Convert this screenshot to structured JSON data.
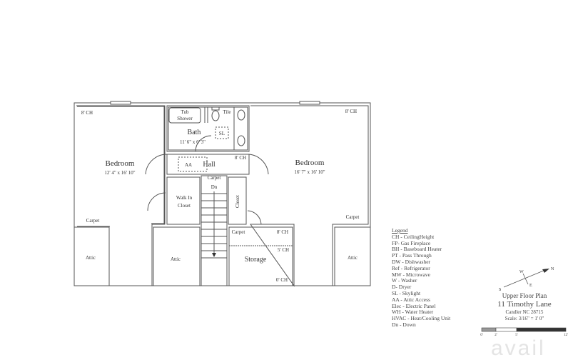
{
  "plan": {
    "rooms": {
      "bedroom_left": {
        "name": "Bedroom",
        "size": "12' 4\" x 16' 10\"",
        "ceiling": "8' CH",
        "floor": "Carpet"
      },
      "bedroom_right": {
        "name": "Bedroom",
        "size": "16' 7\" x 16' 10\"",
        "ceiling": "8' CH",
        "floor": "Carpet"
      },
      "bath": {
        "name": "Bath",
        "size": "11' 6\" x 6' 3\"",
        "tub_line1": "Tub",
        "tub_line2": "Shower",
        "floor": "Tile",
        "skylight": "SL"
      },
      "hall": {
        "name": "Hall",
        "attic_access": "AA",
        "ceiling": "8' CH",
        "floor": "Carpet",
        "stairs": "Dn"
      },
      "walk_in_closet": {
        "line1": "Walk In",
        "line2": "Closet"
      },
      "closet": {
        "name": "Closet"
      },
      "storage": {
        "name": "Storage",
        "floor": "Carpet",
        "ceiling_high": "8' CH",
        "ceiling_mid": "5' CH",
        "ceiling_low": "0' CH"
      },
      "attic_left": "Attic",
      "attic_mid": "Attic",
      "attic_right": "Attic"
    }
  },
  "legend": {
    "title": "Legend",
    "items": [
      "CH - CeilingHeight",
      "FP- Gas Fireplace",
      "BH - Baseboard Heater",
      "PT - Pass Through",
      "DW - Dishwasher",
      "Ref - Refrigerator",
      "MW - Microwave",
      "W - Washer",
      "D- Dryer",
      "SL - Skylight",
      "AA - Attic Access",
      "Elec - Electric Panel",
      "WH - Water Heater",
      "HVAC - Heat/Cooling Unit",
      "Dn - Down"
    ]
  },
  "compass": {
    "n": "N",
    "s": "S",
    "e": "E",
    "w": "W"
  },
  "title_block": {
    "plan_name": "Upper Floor Plan",
    "address": "11 Timothy Lane",
    "city": "Candler NC 28715",
    "scale": "Scale: 3/16\" = 1' 0\""
  },
  "scale_bar": {
    "ticks": [
      "0'",
      "2'",
      "5'",
      "12'"
    ]
  },
  "watermark": "avail"
}
